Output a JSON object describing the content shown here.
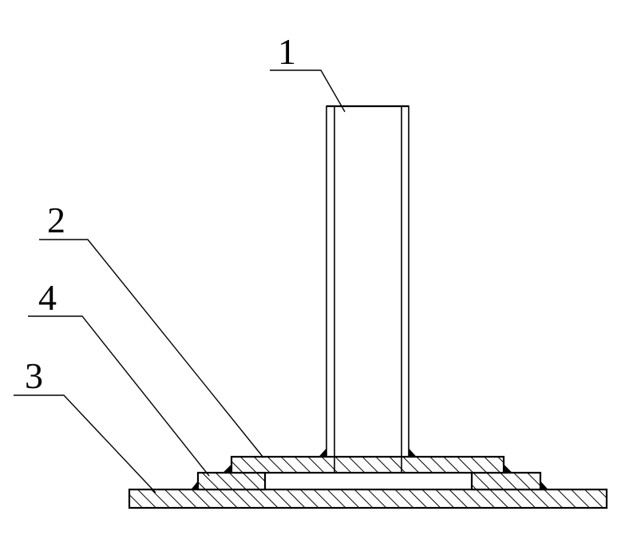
{
  "diagram": {
    "labels": [
      {
        "id": "1",
        "text": "1"
      },
      {
        "id": "2",
        "text": "2"
      },
      {
        "id": "4",
        "text": "4"
      },
      {
        "id": "3",
        "text": "3"
      }
    ],
    "colors": {
      "ink": "#000000",
      "background": "#ffffff"
    }
  }
}
